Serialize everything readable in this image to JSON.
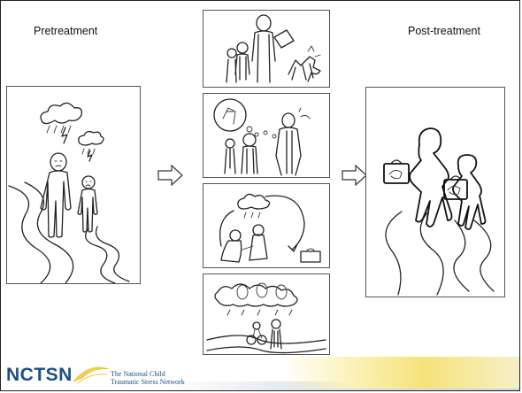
{
  "labels": {
    "pretreatment": "Pretreatment",
    "post_treatment": "Post-treatment"
  },
  "footer": {
    "brand": "NCTSN",
    "tagline_line1": "The National Child",
    "tagline_line2": "Traumatic Stress Network",
    "brand_color": "#1d4f86"
  },
  "icons": [
    "right-arrow-icon",
    "right-arrow-icon",
    "swoosh-logo-icon"
  ]
}
